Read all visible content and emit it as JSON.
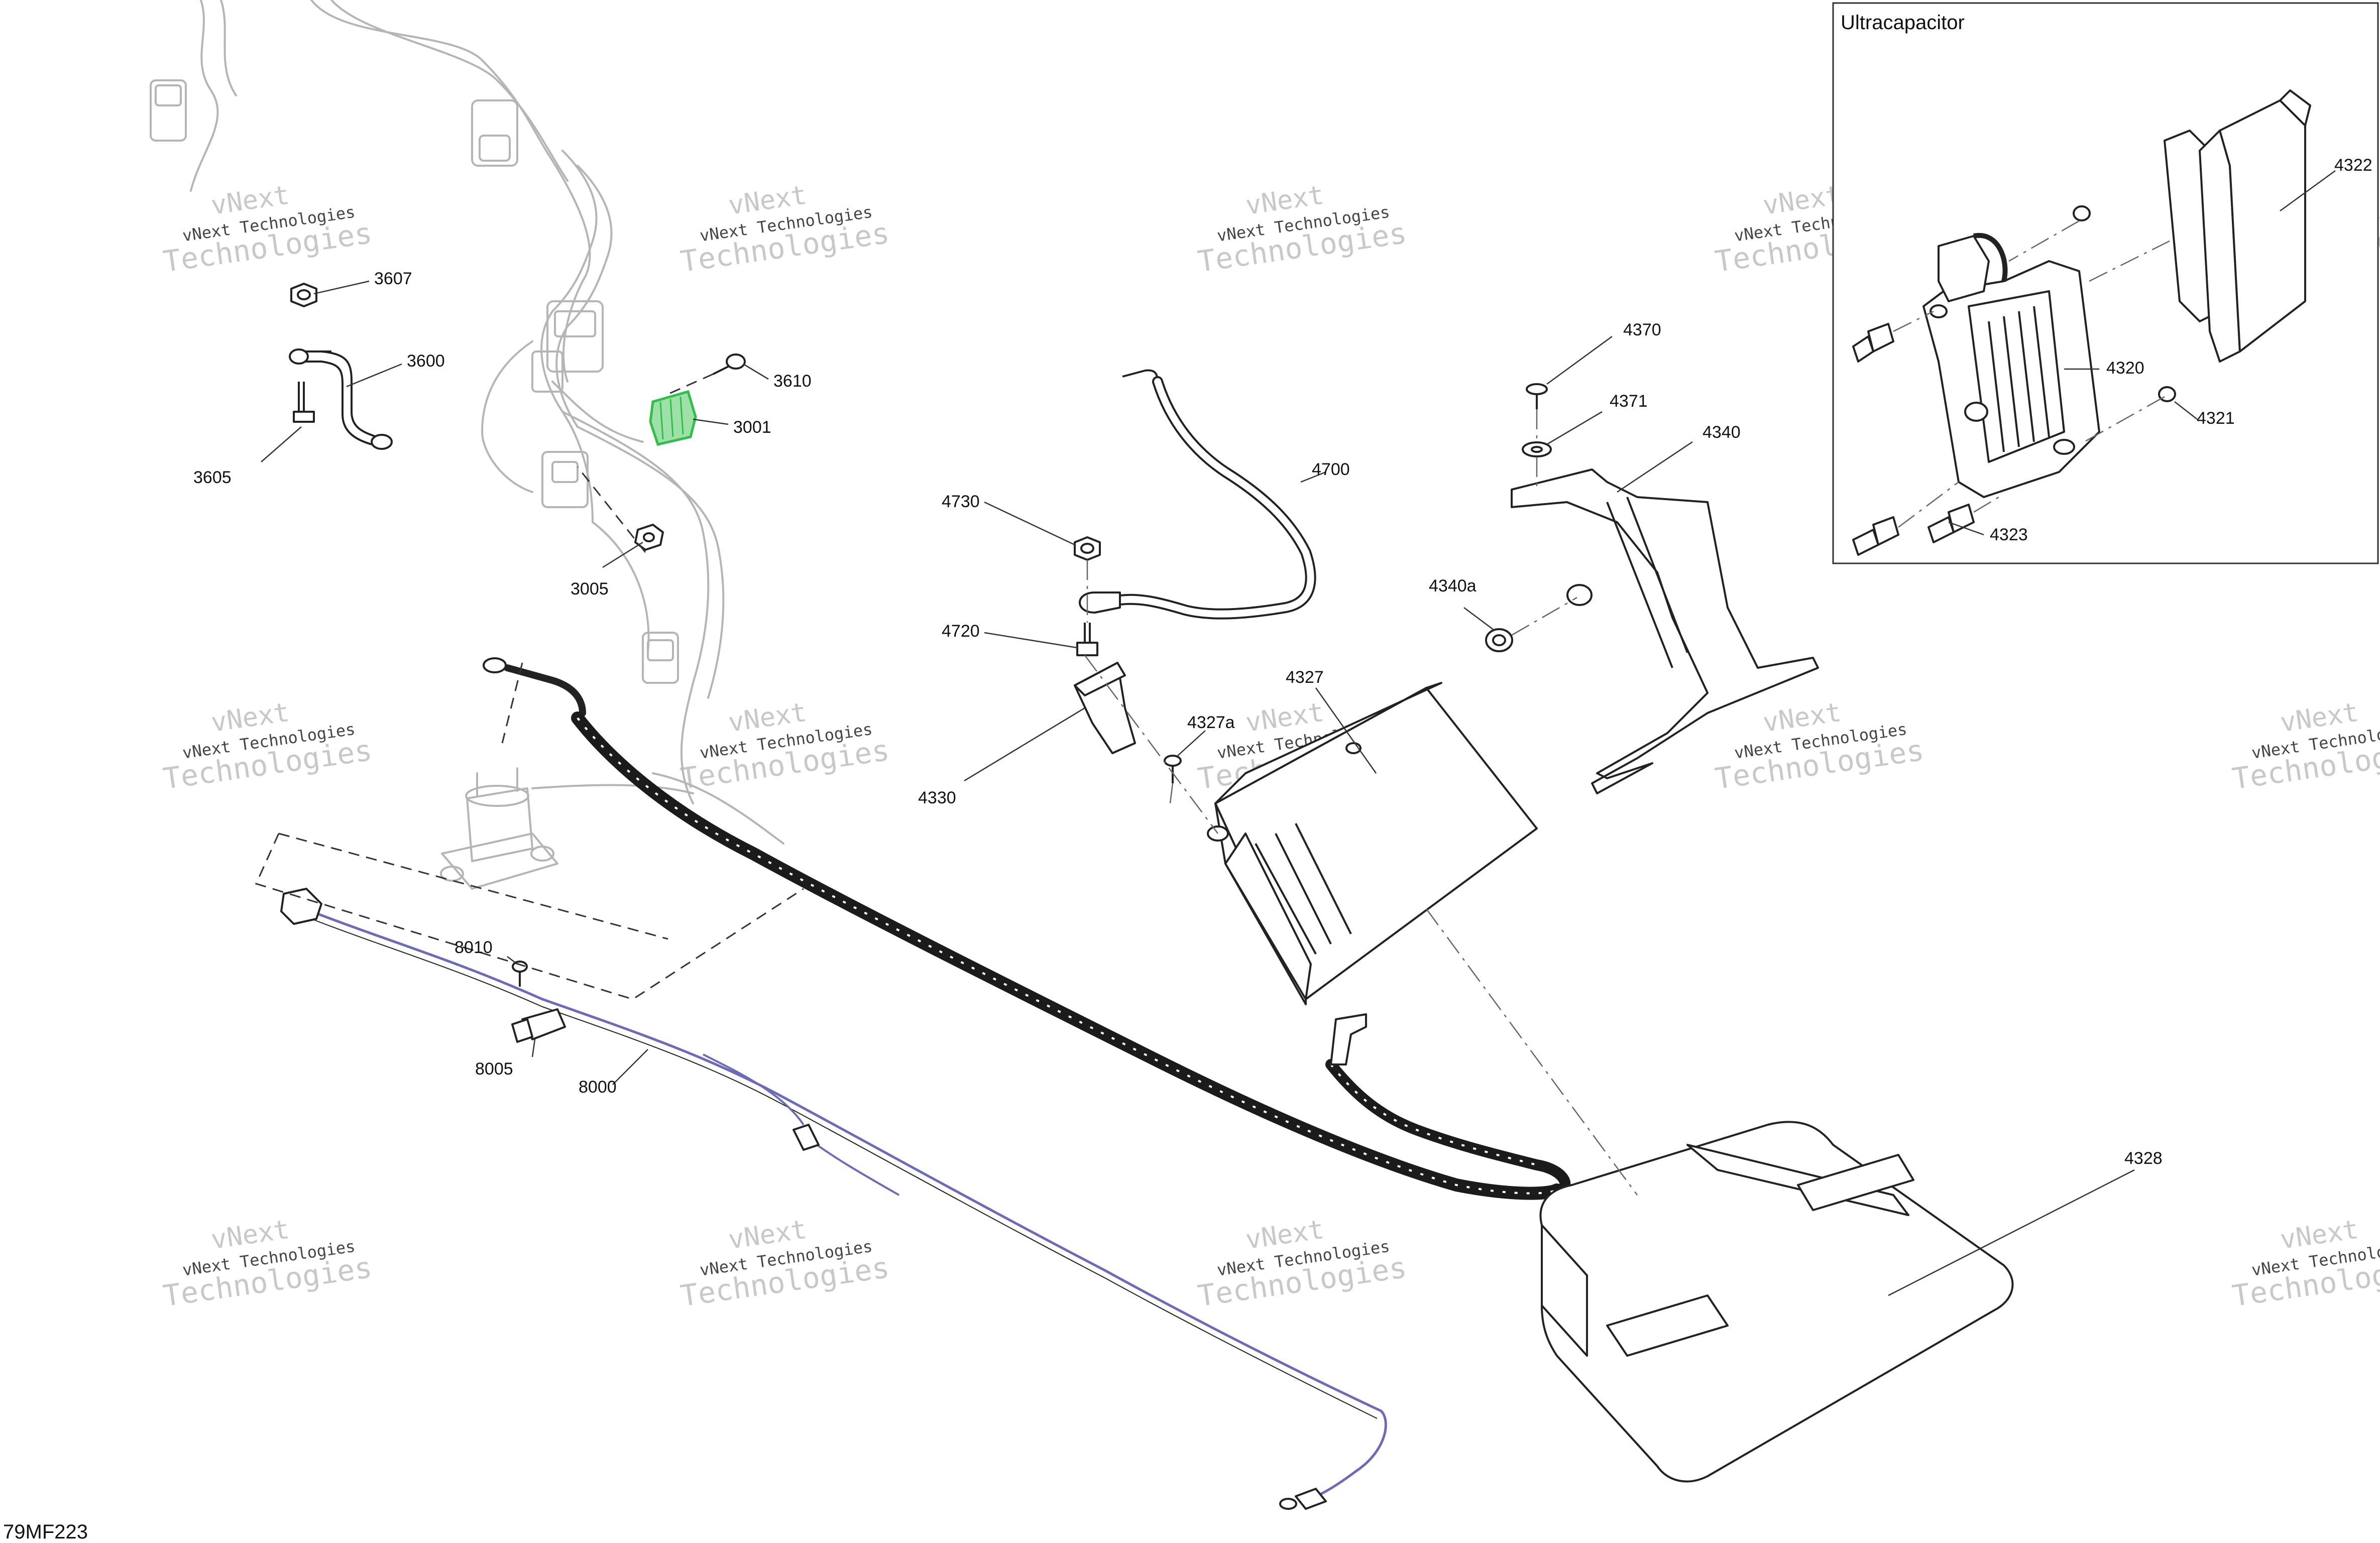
{
  "diagram_code": "79MF223",
  "inset": {
    "title": "Ultracapacitor"
  },
  "watermark": {
    "line1": "vNext Technologies",
    "line2": "Technologies",
    "line3": "vNext"
  },
  "callouts": [
    {
      "id": "3607",
      "label": "3607"
    },
    {
      "id": "3600",
      "label": "3600"
    },
    {
      "id": "3605",
      "label": "3605"
    },
    {
      "id": "3610",
      "label": "3610"
    },
    {
      "id": "3001",
      "label": "3001"
    },
    {
      "id": "3005",
      "label": "3005"
    },
    {
      "id": "4700",
      "label": "4700"
    },
    {
      "id": "4730",
      "label": "4730"
    },
    {
      "id": "4720",
      "label": "4720"
    },
    {
      "id": "4330",
      "label": "4330"
    },
    {
      "id": "4327a",
      "label": "4327a"
    },
    {
      "id": "4327",
      "label": "4327"
    },
    {
      "id": "4370",
      "label": "4370"
    },
    {
      "id": "4371",
      "label": "4371"
    },
    {
      "id": "4340",
      "label": "4340"
    },
    {
      "id": "4340a",
      "label": "4340a"
    },
    {
      "id": "4322",
      "label": "4322"
    },
    {
      "id": "4320",
      "label": "4320"
    },
    {
      "id": "4321",
      "label": "4321"
    },
    {
      "id": "4323",
      "label": "4323"
    },
    {
      "id": "8010",
      "label": "8010"
    },
    {
      "id": "8005",
      "label": "8005"
    },
    {
      "id": "8000",
      "label": "8000"
    },
    {
      "id": "4328",
      "label": "4328"
    }
  ],
  "colors": {
    "highlight_part": "#2fbf4a",
    "sensor_harness": "#6b6bb8"
  }
}
